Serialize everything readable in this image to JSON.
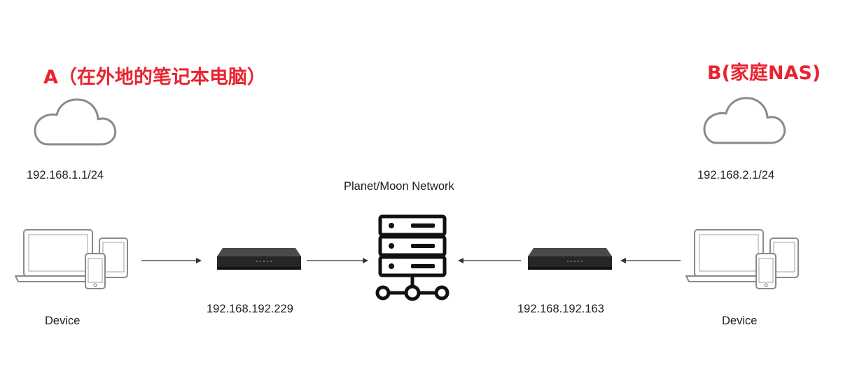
{
  "site_a": {
    "title": "A（在外地的笔记本电脑）",
    "subnet": "192.168.1.1/24",
    "device_label": "Device",
    "router_ip": "192.168.192.229"
  },
  "site_b": {
    "title": "B(家庭NAS)",
    "subnet": "192.168.2.1/24",
    "device_label": "Device",
    "router_ip": "192.168.192.163"
  },
  "center": {
    "label": "Planet/Moon Network"
  },
  "icons": {
    "cloud": "cloud-icon",
    "devices": "devices-icon",
    "router": "router-icon",
    "server": "server-icon"
  },
  "colors": {
    "title": "#e8242f",
    "stroke": "#8a8a8a",
    "server": "#111111",
    "router": "#2b2b2b"
  }
}
